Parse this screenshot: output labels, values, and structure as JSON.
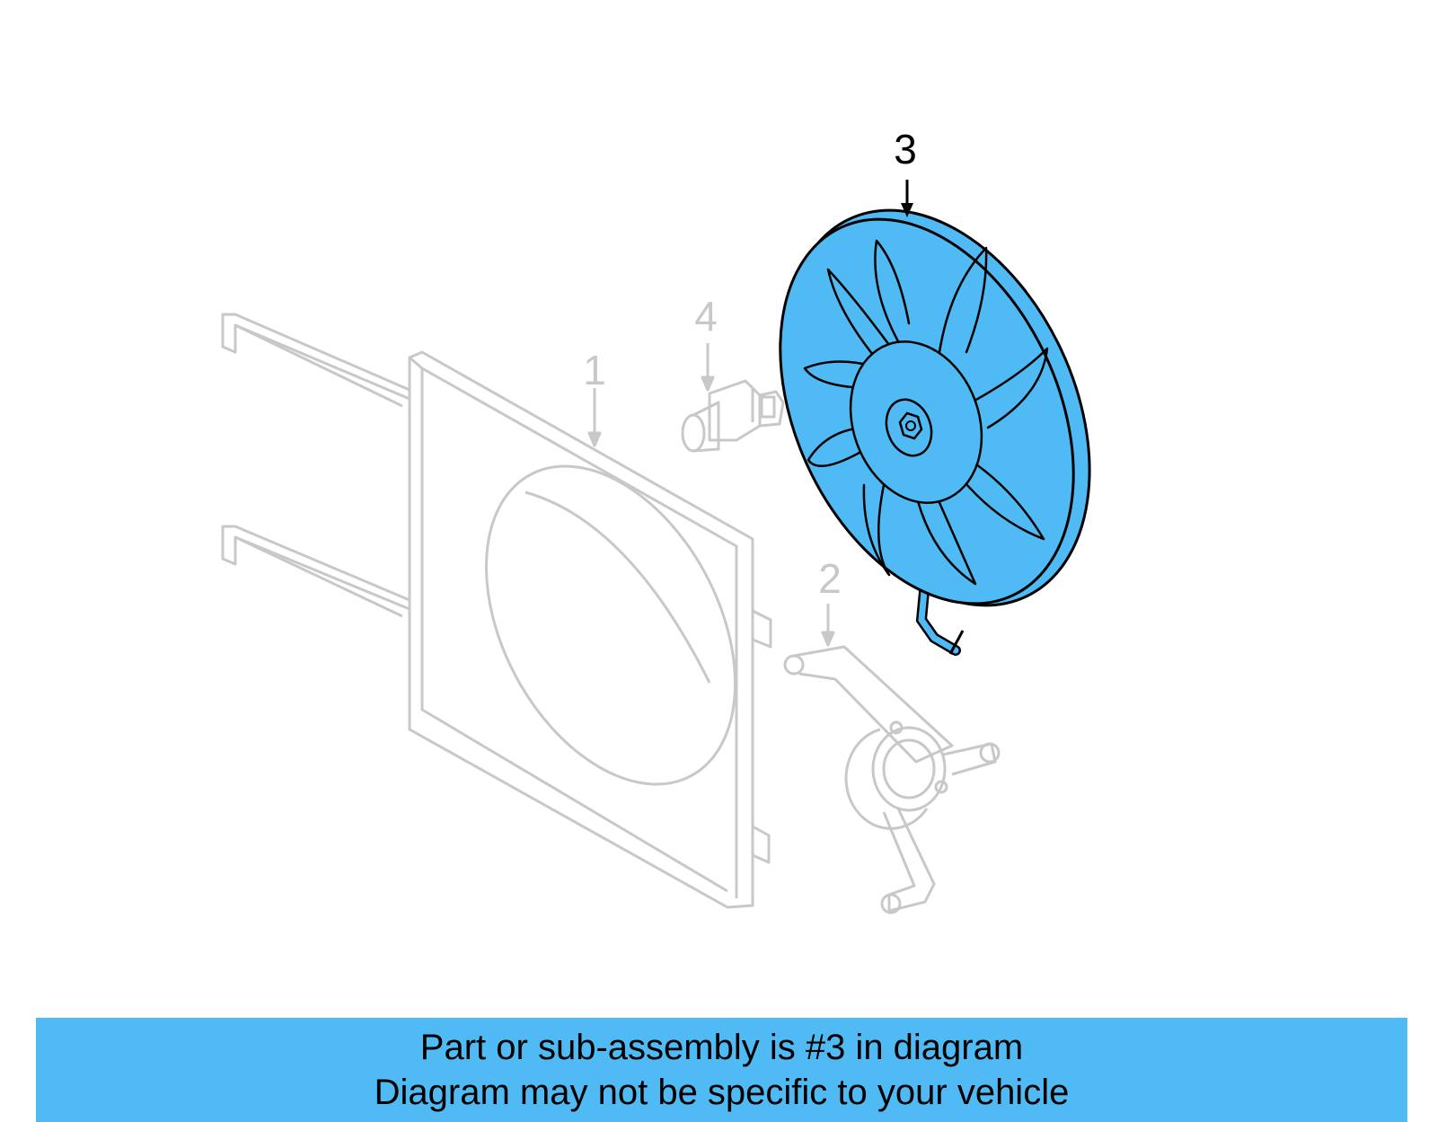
{
  "callouts": {
    "part1": "1",
    "part2": "2",
    "part3": "3",
    "part4": "4"
  },
  "footer": {
    "line1": "Part or sub-assembly is #3 in diagram",
    "line2": "Diagram may not be specific to your vehicle"
  },
  "colors": {
    "highlight": "#4fbaf3",
    "ghost": "#c8c8c8",
    "ink": "#000000"
  }
}
